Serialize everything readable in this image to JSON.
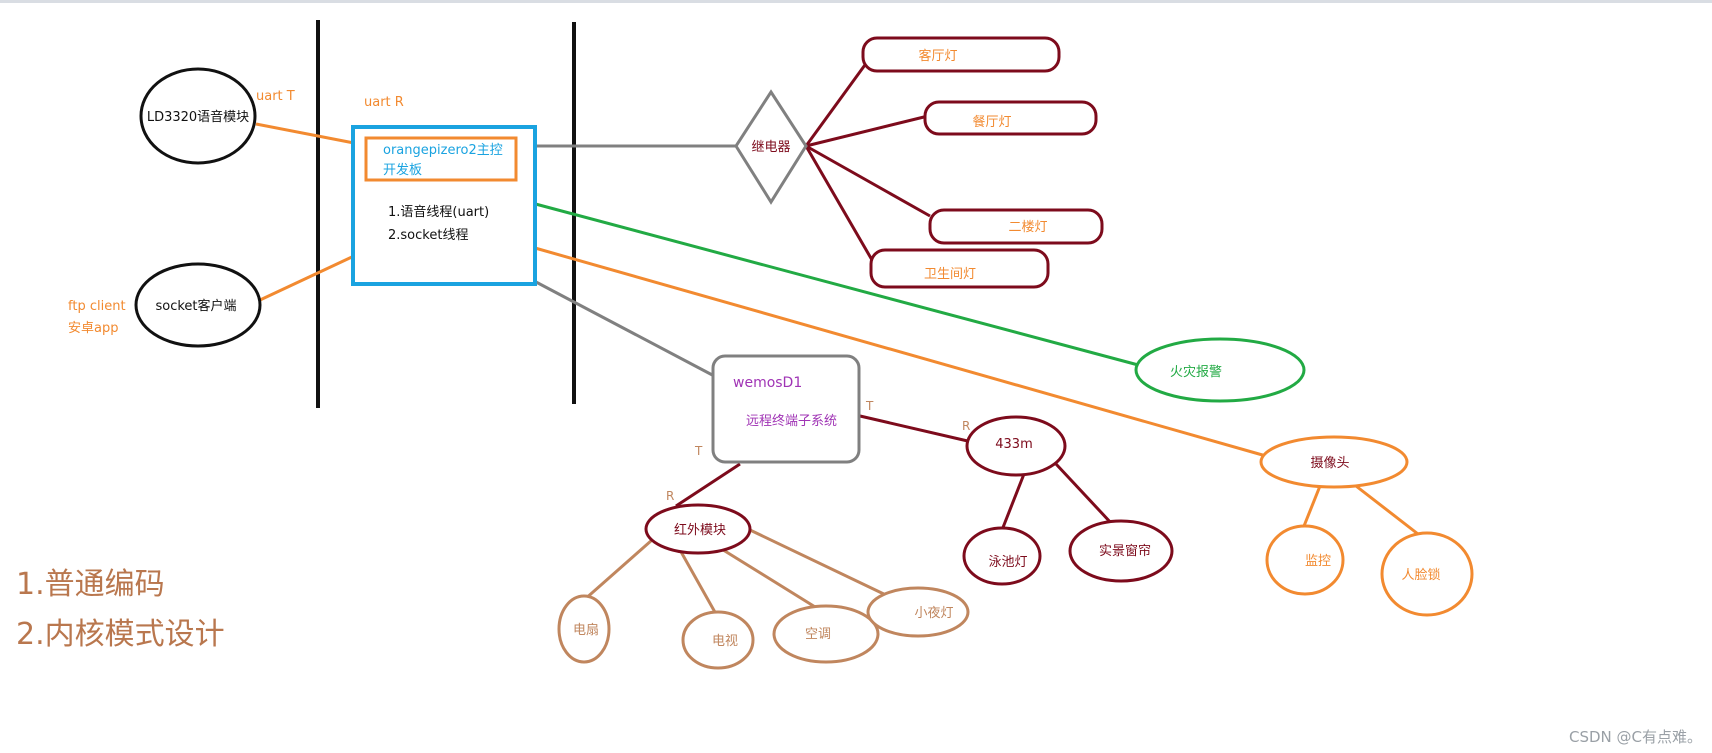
{
  "nodes": {
    "ld3320": "LD3320语音模块",
    "socket_client": "socket客户端",
    "main_board": "orangepizero2主控\n开发板",
    "thread1": "1.语音线程(uart)",
    "thread2": "2.socket线程",
    "relay": "继电器",
    "light_living": "客厅灯",
    "light_dining": "餐厅灯",
    "light_2f": "二楼灯",
    "light_bath": "卫生间灯",
    "fire_alarm": "火灾报警",
    "wemos_title": "wemosD1",
    "wemos_sub": "远程终端子系统",
    "m433": "433m",
    "pool_light": "泳池灯",
    "curtain": "实景窗帘",
    "camera": "摄像头",
    "monitor": "监控",
    "face_lock": "人脸锁",
    "ir_module": "红外模块",
    "fan": "电扇",
    "tv": "电视",
    "ac": "空调",
    "night_light": "小夜灯"
  },
  "labels": {
    "uart_t": "uart T",
    "uart_r": "uart R",
    "ftp_client": "ftp client",
    "android_app": "安卓app",
    "t1": "T",
    "r1": "R",
    "t2": "T",
    "r2": "R"
  },
  "notes": [
    "1.普通编码",
    "2.内核模式设计"
  ],
  "watermark": "CSDN @C有点难。",
  "colors": {
    "orange": "#f28a30",
    "blue": "#1aa3e0",
    "darkred": "#7d0b1c",
    "green": "#22aa44",
    "gray": "#808080",
    "brown": "#c0865e",
    "purple": "#a034b5",
    "black": "#111111"
  }
}
